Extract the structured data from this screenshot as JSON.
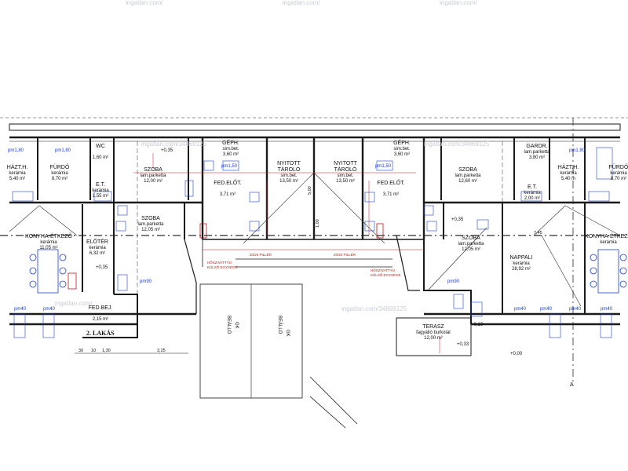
{
  "watermark": "ingatlan.com/34869125",
  "watermark_short": "ingatlan.com/",
  "rooms": [
    {
      "id": "hazth-left",
      "name": "HÁZT.H.",
      "mat": "kerámia",
      "area": "5,40 m²"
    },
    {
      "id": "furdo-left",
      "name": "FÜRDŐ",
      "mat": "kerámia",
      "area": "8,70 m²"
    },
    {
      "id": "wc-left",
      "name": "WC",
      "mat": "",
      "area": "1,60 m²"
    },
    {
      "id": "et-left",
      "name": "E.T.",
      "mat": "kerámia",
      "area": "1,55 m²"
    },
    {
      "id": "szoba-top-left",
      "name": "SZOBA",
      "mat": "lam.parketta",
      "area": "12,00 m²"
    },
    {
      "id": "geph-left",
      "name": "GÉPH.",
      "mat": "sim.bet.",
      "area": "3,60 m²"
    },
    {
      "id": "fedelot-left",
      "name": "FED.ELŐT.",
      "mat": "",
      "area": "3,71 m²"
    },
    {
      "id": "nyitott-left",
      "name": "NYITOTT",
      "name2": "TÁROLÓ",
      "mat": "sim.bet.",
      "area": "13,50 m²"
    },
    {
      "id": "nyitott-right",
      "name": "NYITOTT",
      "name2": "TÁROLÓ",
      "mat": "sim.bet.",
      "area": "13,50 m²"
    },
    {
      "id": "geph-right",
      "name": "GÉPH.",
      "mat": "sim.bet.",
      "area": "3,60 m²"
    },
    {
      "id": "fedelot-right",
      "name": "FED.ELŐT.",
      "mat": "",
      "area": "3,71 m²"
    },
    {
      "id": "szoba-top-right",
      "name": "SZOBA",
      "mat": "lam.parketta",
      "area": "12,60 m²"
    },
    {
      "id": "gardr",
      "name": "GARDR.",
      "mat": "lam.parketta",
      "area": "3,80 m²"
    },
    {
      "id": "et-right",
      "name": "E.T.",
      "mat": "kerámia",
      "area": "2,00 m²"
    },
    {
      "id": "hazth-right",
      "name": "HÁZT.H.",
      "mat": "kerámia",
      "area": "5,40 m"
    },
    {
      "id": "furdo-right",
      "name": "FÜRDŐ",
      "mat": "kerámia",
      "area": "8,70 m²"
    },
    {
      "id": "szoba-mid-left",
      "name": "SZOBA",
      "mat": "lam.parketta",
      "area": "12,05 m²"
    },
    {
      "id": "eloter",
      "name": "ELŐTÉR",
      "mat": "kerámia",
      "area": "6,32 m²"
    },
    {
      "id": "konyha-left",
      "name": "KONYHA-ÉTKEZŐ",
      "mat": "kerámia",
      "area": "11,05 m²"
    },
    {
      "id": "fedbej",
      "name": "FED.BEJ.",
      "mat": "",
      "area": "2,15 m²"
    },
    {
      "id": "szoba-mid-right",
      "name": "SZOBA",
      "mat": "lam.parketta",
      "area": "12,05 m²"
    },
    {
      "id": "nappali",
      "name": "NAPPALI",
      "mat": "kerámia",
      "area": "28,92 m²"
    },
    {
      "id": "terasz",
      "name": "TERASZ",
      "mat": "fagyálló burkolat",
      "area": "12,00 m²"
    },
    {
      "id": "konyha-right",
      "name": "KONYHA-ÉTKEZŐ",
      "mat": "kerámia",
      "area": ""
    }
  ],
  "labels": {
    "lakas": "2. LAKÁS",
    "pm180": "pm1,80",
    "pm150": "pm1,50",
    "pm90": "pm90",
    "pm40": "pm40",
    "beallo": "BEÁLLÓ",
    "gk": "GK",
    "piller": "20/20 PILLÉR",
    "hoszivattyu": "HŐSZIVATTYÚ",
    "kulso": "KÜLSŐ EGYSÉGE",
    "lvl035": "+0,35",
    "lvl033": "+0,33",
    "lvl000": "+0,00",
    "lvl010": "+0,10",
    "axis": "A"
  },
  "dims": {
    "bottom": [
      "30",
      "10",
      "1,30",
      "3,25"
    ],
    "d745": "7,45",
    "d100": "1,00",
    "d500": "5,00"
  },
  "colors": {
    "wall": "#1a1a1a",
    "blue": "#1b3fd0",
    "red": "#c01818",
    "grid": "#2a2a2a"
  }
}
